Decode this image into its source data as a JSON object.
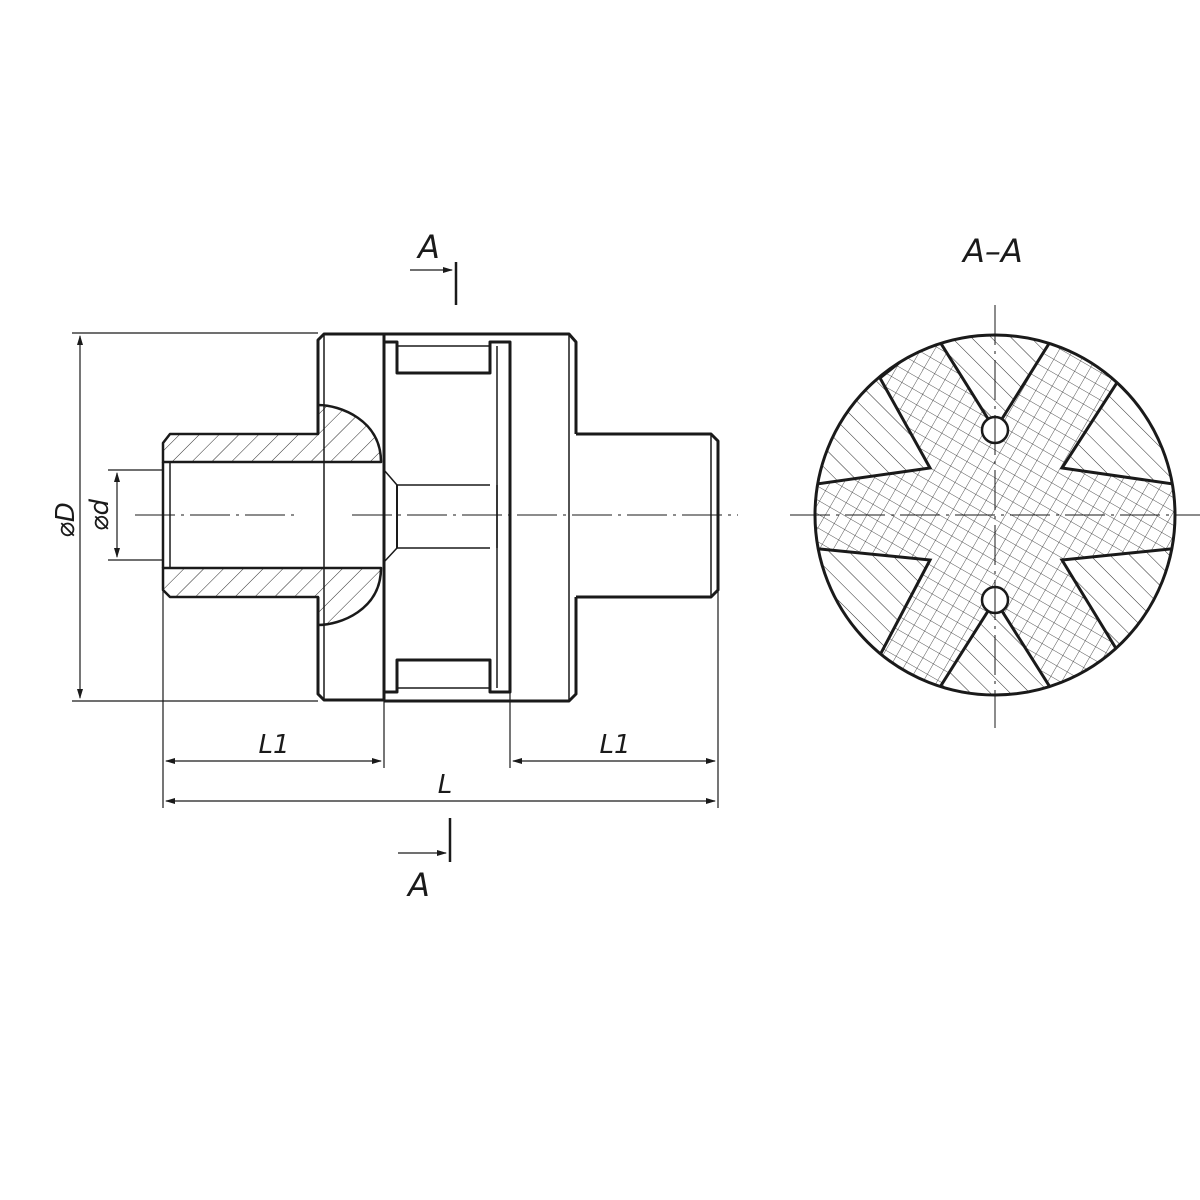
{
  "labels": {
    "section_mark_top": "A",
    "section_mark_bottom": "A",
    "section_title": "A–A",
    "dim_outer_diameter": "⌀D",
    "dim_bore_diameter": "⌀d",
    "dim_hub_length_left": "L1",
    "dim_hub_length_right": "L1",
    "dim_total_length": "L"
  },
  "colors": {
    "line": "#1a1a1a",
    "hatch": "#2a2a2a",
    "background": "#ffffff"
  }
}
